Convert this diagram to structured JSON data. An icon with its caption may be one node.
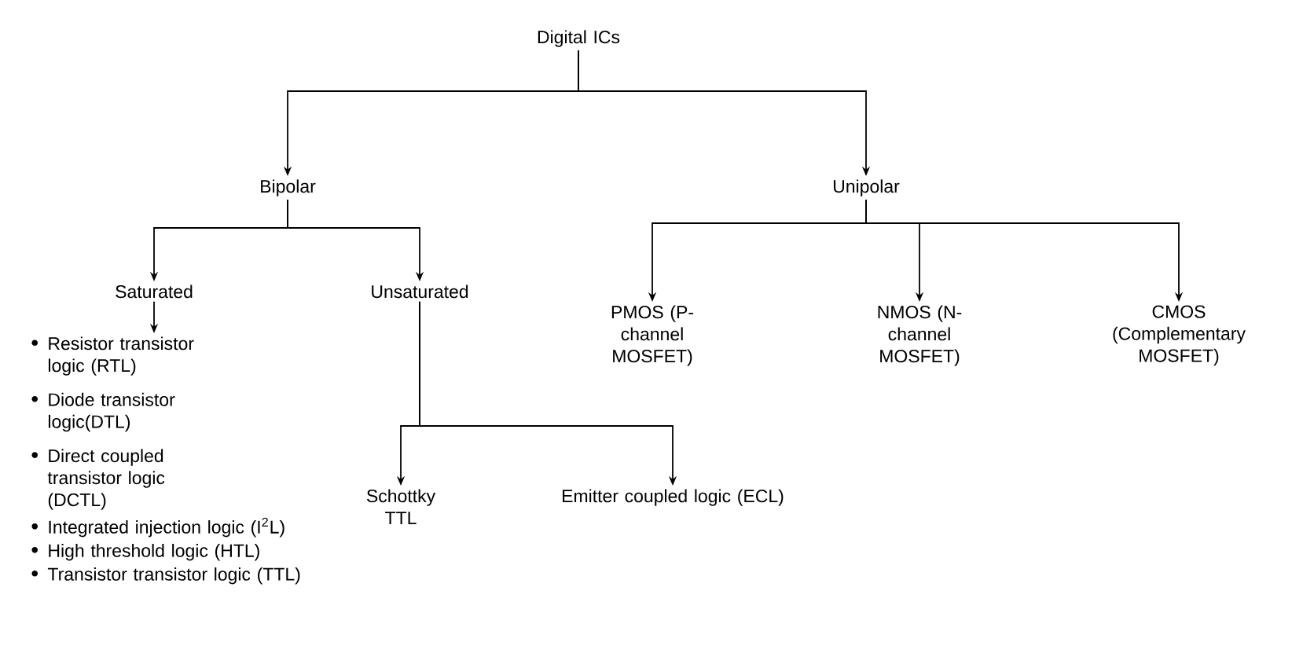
{
  "diagram": {
    "nodes": [
      {
        "text": [
          "Digital ICs"
        ]
      },
      {
        "text": [
          "Bipolar"
        ]
      },
      {
        "text": [
          "Unipolar"
        ]
      },
      {
        "text": [
          "Saturated"
        ]
      },
      {
        "text": [
          "Unsaturated"
        ]
      },
      {
        "text": [
          "PMOS (P-channel MOSFET)"
        ]
      },
      {
        "text": [
          "NMOS (N-channel MOSFET)"
        ]
      },
      {
        "text": [
          "CMOS (Complementary MOSFET)"
        ]
      },
      {
        "text": [
          "Resistor transistor logic (RTL)",
          "Diode transistor logic(DTL)",
          "Direct coupled transistor logic (DCTL)",
          "Integrated injection logic (I$^{2}$L)",
          "High threshold logic (HTL)",
          "Transistor transistor logic (TTL)"
        ]
      },
      {
        "text": [
          "Schottky TTL"
        ]
      },
      {
        "text": [
          "Emitter coupled logic (ECL)"
        ]
      }
    ],
    "edges": [
      {
        "from": 0,
        "to": 1,
        "arrow": "to"
      },
      {
        "from": 0,
        "to": 2,
        "arrow": "to"
      },
      {
        "from": 1,
        "to": 3,
        "arrow": "to"
      },
      {
        "from": 1,
        "to": 4,
        "arrow": "to"
      },
      {
        "from": 2,
        "to": 5,
        "arrow": "to"
      },
      {
        "from": 2,
        "to": 6,
        "arrow": "to"
      },
      {
        "from": 2,
        "to": 7,
        "arrow": "to"
      },
      {
        "from": 3,
        "to": 8,
        "arrow": "to"
      },
      {
        "from": 4,
        "to": 9,
        "arrow": "to"
      },
      {
        "from": 4,
        "to": 10,
        "arrow": "to"
      }
    ]
  }
}
